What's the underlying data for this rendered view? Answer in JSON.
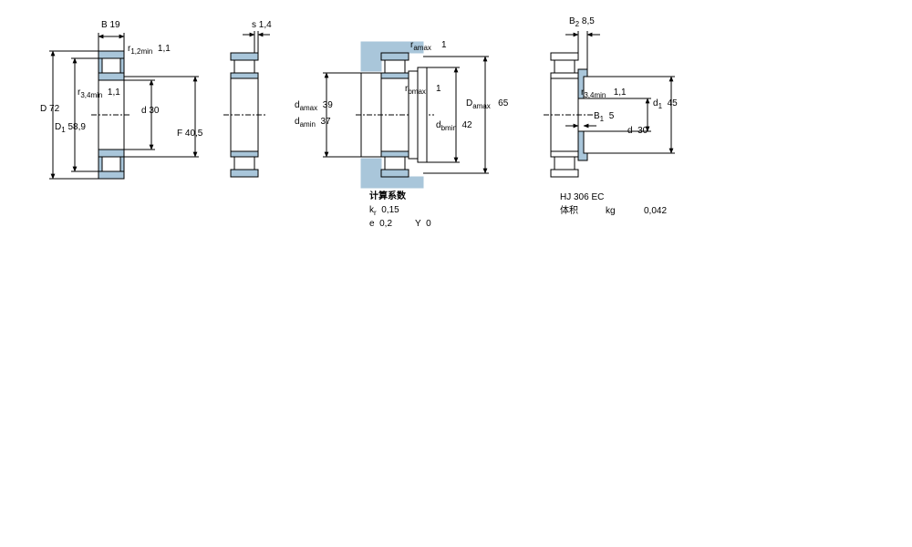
{
  "dims": {
    "B": {
      "sym": "B",
      "value": "19"
    },
    "r12": {
      "sym": "r",
      "sub": "1,2min",
      "value": "1,1"
    },
    "r34": {
      "sym": "r",
      "sub": "3,4min",
      "value": "1,1"
    },
    "D": {
      "sym": "D",
      "value": "72"
    },
    "D1": {
      "sym": "D",
      "sub": "1",
      "value": "58,9"
    },
    "d": {
      "sym": "d",
      "value": "30"
    },
    "F": {
      "sym": "F",
      "value": "40,5"
    },
    "s": {
      "sym": "s",
      "value": "1,4"
    }
  },
  "abutment": {
    "ra": {
      "sym": "r",
      "sub": "amax",
      "value": "1"
    },
    "damax": {
      "sym": "d",
      "sub": "amax",
      "value": "39"
    },
    "damin": {
      "sym": "d",
      "sub": "amin",
      "value": "37"
    },
    "rb": {
      "sym": "r",
      "sub": "bmax",
      "value": "1"
    },
    "dbmin": {
      "sym": "d",
      "sub": "bmin",
      "value": "42"
    },
    "Damax": {
      "sym": "D",
      "sub": "amax",
      "value": "65"
    }
  },
  "calc": {
    "heading": "计算系数",
    "kr": {
      "sym": "k",
      "sub": "r",
      "value": "0,15"
    },
    "e": {
      "sym": "e",
      "value": "0,2"
    },
    "Y": {
      "sym": "Y",
      "value": "0"
    }
  },
  "ring": {
    "B2": {
      "sym": "B",
      "sub": "2",
      "value": "8,5"
    },
    "r34": {
      "sym": "r",
      "sub": "3,4min",
      "value": "1,1"
    },
    "d1": {
      "sym": "d",
      "sub": "1",
      "value": "45"
    },
    "B1": {
      "sym": "B",
      "sub": "1",
      "value": "5"
    },
    "d": {
      "sym": "d",
      "value": "30"
    },
    "designation": "HJ 306 EC",
    "mass_label": "体积",
    "mass_unit": "kg",
    "mass_value": "0,042"
  },
  "colors": {
    "fill": "#a9c6da",
    "line": "#000000"
  }
}
